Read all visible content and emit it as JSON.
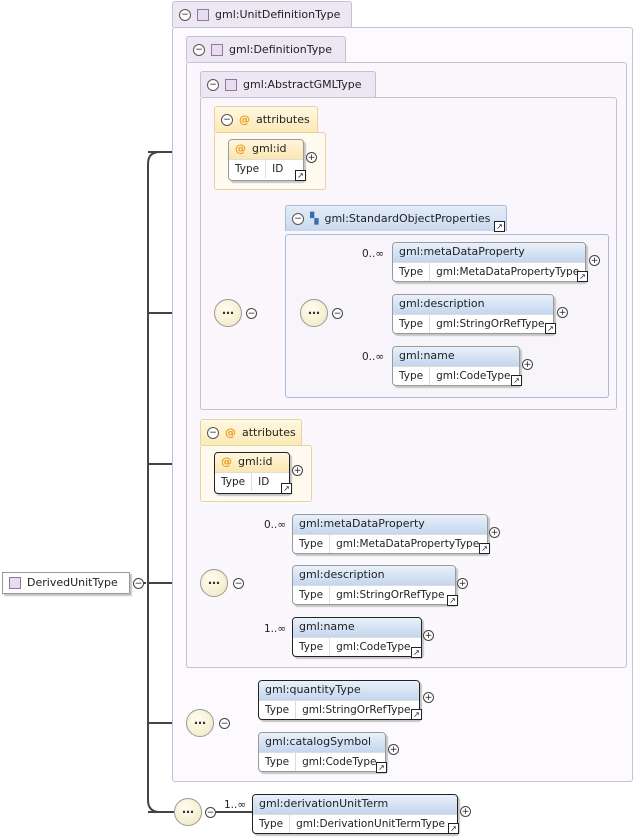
{
  "root": {
    "label": "DerivedUnitType"
  },
  "groups": {
    "unit_definition": "gml:UnitDefinitionType",
    "definition": "gml:DefinitionType",
    "abstract_gml": "gml:AbstractGMLType",
    "attributes": "attributes",
    "attributes2": "attributes",
    "std_object_props": "gml:StandardObjectProperties"
  },
  "type_label": "Type",
  "elements": {
    "id1": {
      "name": "gml:id",
      "type": "ID"
    },
    "meta1": {
      "name": "gml:metaDataProperty",
      "type": "gml:MetaDataPropertyType",
      "card": "0..∞"
    },
    "desc1": {
      "name": "gml:description",
      "type": "gml:StringOrRefType"
    },
    "name1": {
      "name": "gml:name",
      "type": "gml:CodeType",
      "card": "0..∞"
    },
    "id2": {
      "name": "gml:id",
      "type": "ID"
    },
    "meta2": {
      "name": "gml:metaDataProperty",
      "type": "gml:MetaDataPropertyType",
      "card": "0..∞"
    },
    "desc2": {
      "name": "gml:description",
      "type": "gml:StringOrRefType"
    },
    "name2": {
      "name": "gml:name",
      "type": "gml:CodeType",
      "card": "1..∞"
    },
    "quantity": {
      "name": "gml:quantityType",
      "type": "gml:StringOrRefType"
    },
    "catalog": {
      "name": "gml:catalogSymbol",
      "type": "gml:CodeType"
    },
    "derivation": {
      "name": "gml:derivationUnitTerm",
      "type": "gml:DerivationUnitTermType",
      "card": "1..∞"
    }
  }
}
